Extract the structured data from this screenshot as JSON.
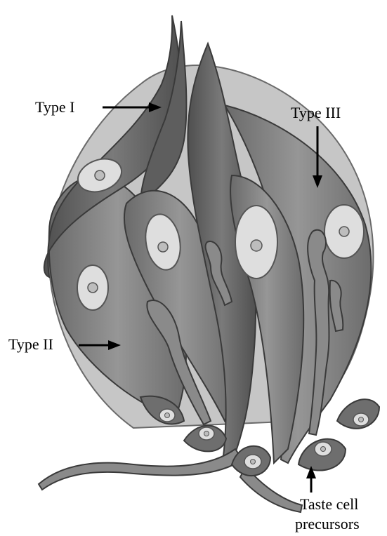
{
  "labels": {
    "type_1": "Type I",
    "type_2": "Type II",
    "type_3": "Type III",
    "precursors_line1": "Taste cell",
    "precursors_line2": "precursors"
  },
  "colors": {
    "outline": "#3a3a3a",
    "cell_dark": "#6e6e6e",
    "cell_mid": "#8d8d8d",
    "cell_light": "#a6a6a6",
    "background_shape": "#c4c4c4",
    "nucleus_outer": "#e3e3e3",
    "nucleus_inner": "#bdbdbd",
    "arrow": "#000000"
  }
}
